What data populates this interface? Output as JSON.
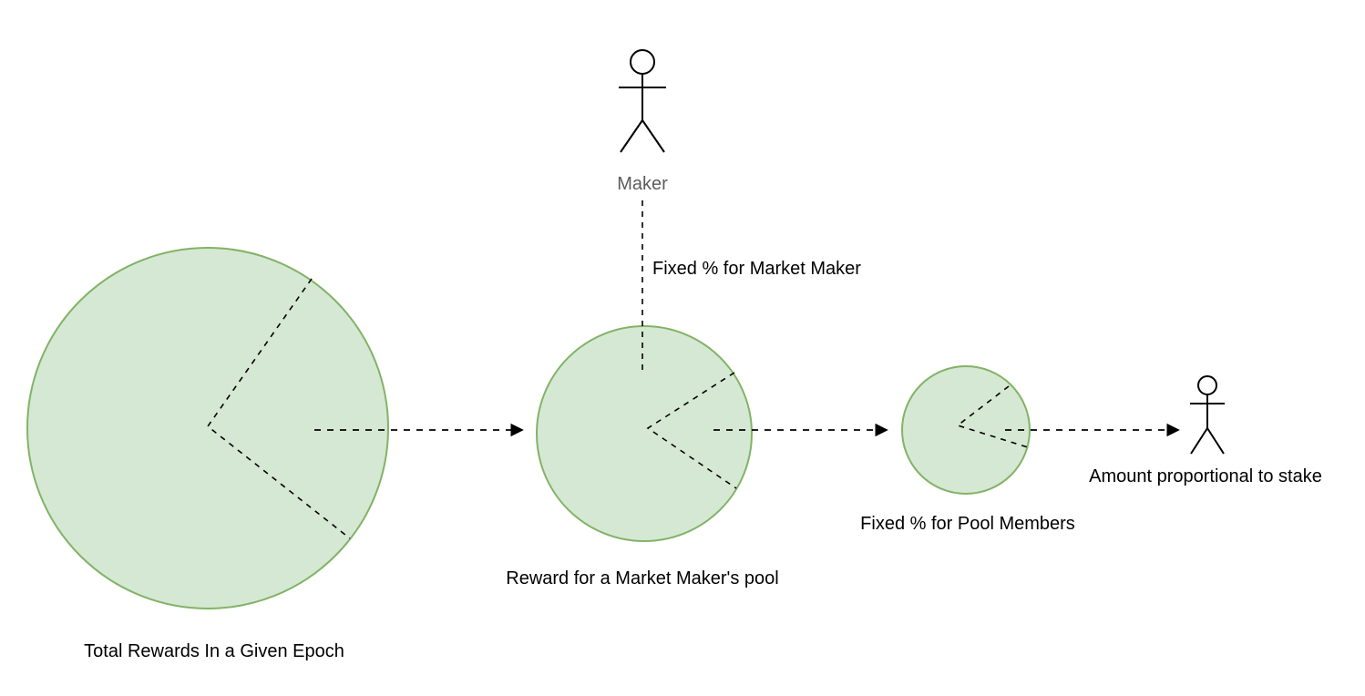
{
  "diagram": {
    "labels": {
      "total_rewards": "Total Rewards In a Given Epoch",
      "pool_reward": "Reward for a Market Maker's pool",
      "maker": "Maker",
      "fixed_pct_market_maker": "Fixed % for Market Maker",
      "fixed_pct_pool_members": "Fixed % for Pool Members",
      "amount_proportional": "Amount proportional to stake"
    },
    "colors": {
      "circle_fill": "#d5e8d4",
      "circle_stroke": "#82b366",
      "line_color": "#000000",
      "text_color": "#000000",
      "actor_label_color": "#5c5c5c"
    }
  }
}
